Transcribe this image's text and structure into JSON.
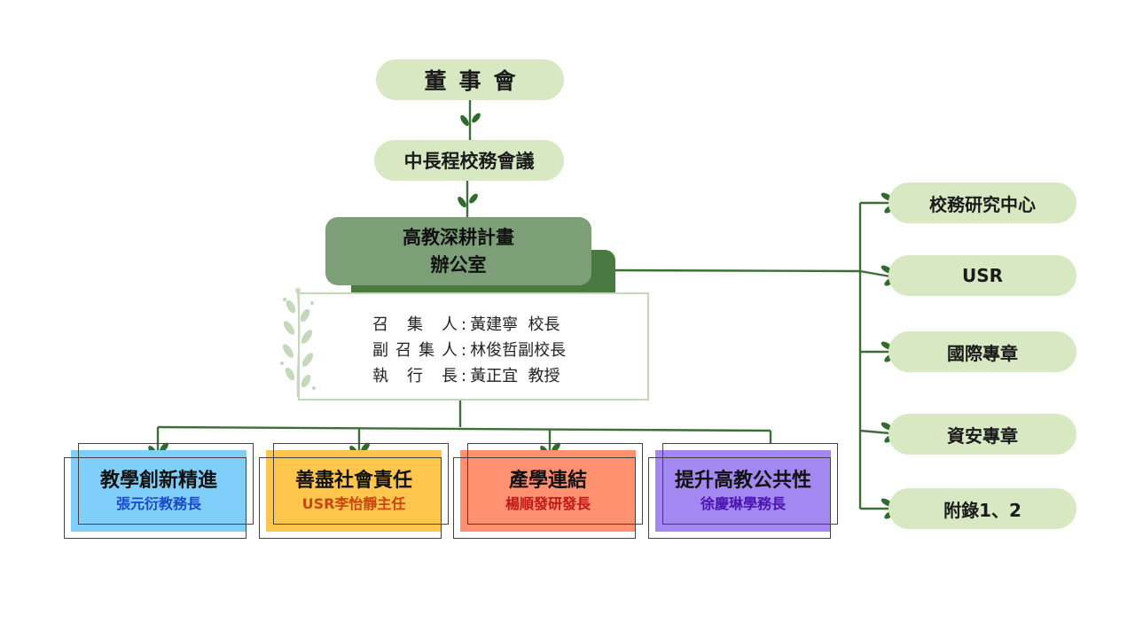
{
  "board": {
    "label": "董事會"
  },
  "council": {
    "label": "中長程校務會議"
  },
  "office": {
    "line1": "高教深耕計畫",
    "line2": "辦公室"
  },
  "leadership": [
    {
      "role": "召集人",
      "name": "黃建寧  校長"
    },
    {
      "role": "副召集人",
      "name": "林俊哲副校長"
    },
    {
      "role": "執行長",
      "name": "黃正宜  教授"
    }
  ],
  "pillars": [
    {
      "title": "教學創新精進",
      "leader": "張元衍教務長",
      "fill": "#80cffb",
      "leader_color": "#1a48c8"
    },
    {
      "title": "善盡社會責任",
      "leader": "USR李怡靜主任",
      "fill": "#ffc54c",
      "leader_color": "#c8460e"
    },
    {
      "title": "產學連結",
      "leader": "楊順發研發長",
      "fill": "#ff9070",
      "leader_color": "#c01818"
    },
    {
      "title": "提升高教公共性",
      "leader": "徐慶琳學務長",
      "fill": "#a488f2",
      "leader_color": "#4a14b0"
    }
  ],
  "side_units": [
    {
      "label": "校務研究中心"
    },
    {
      "label": "USR"
    },
    {
      "label": "國際專章"
    },
    {
      "label": "資安專章"
    },
    {
      "label": "附錄1、2"
    }
  ],
  "colors": {
    "line": "#3e6e38",
    "pill": "#d8e8c3",
    "leaf": "#2f6b2a"
  }
}
